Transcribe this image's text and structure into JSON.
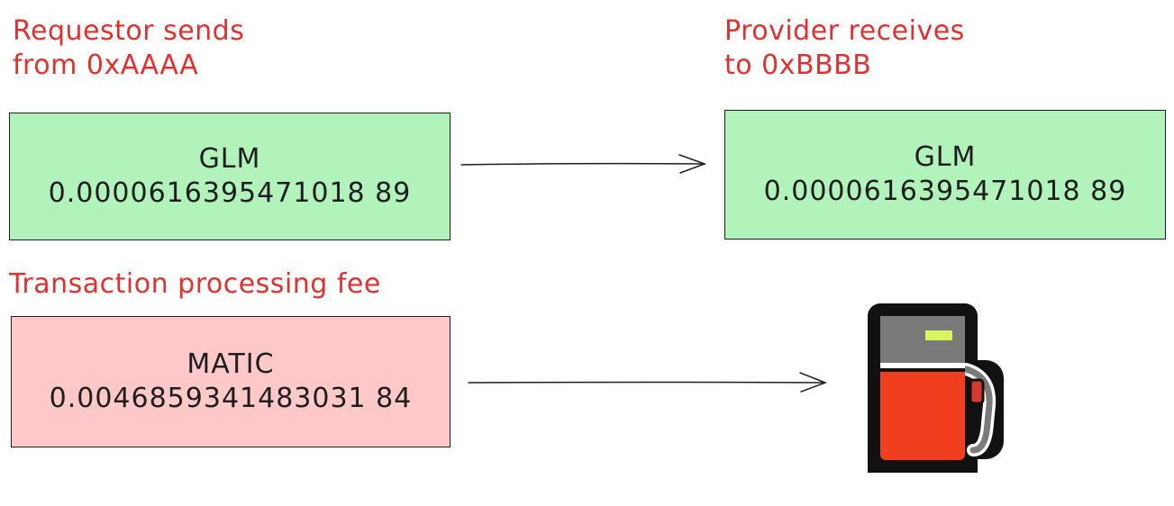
{
  "requestor": {
    "caption_line1": "Requestor sends",
    "caption_line2": "from 0xAAAA",
    "token": "GLM",
    "amount": "0.0000616395471018 89"
  },
  "provider": {
    "caption_line1": "Provider receives",
    "caption_line2": "to 0xBBBB",
    "token": "GLM",
    "amount": "0.0000616395471018 89"
  },
  "fee": {
    "caption": "Transaction processing fee",
    "token": "MATIC",
    "amount": "0.0046859341483031 84"
  },
  "colors": {
    "caption": "#e03131",
    "transfer_box": "#b2f2bb",
    "fee_box": "#ffc9c9",
    "stroke": "#1e1e1e",
    "pump_body": "#f03e1e",
    "pump_screen": "#7a7a7a",
    "pump_display": "#d8f55e"
  },
  "icons": {
    "fee_sink": "fuel-pump-icon"
  }
}
